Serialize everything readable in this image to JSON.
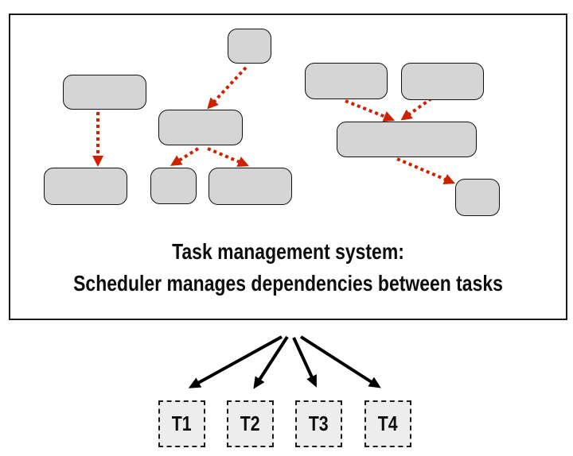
{
  "figure": {
    "panel": {
      "caption_line1": "Task management system:",
      "caption_line2": "Scheduler manages dependencies between tasks"
    },
    "tasks": [
      {
        "label": "T1"
      },
      {
        "label": "T2"
      },
      {
        "label": "T3"
      },
      {
        "label": "T4"
      }
    ],
    "colors": {
      "dependency_arrow": "#cc2200",
      "dispatch_arrow": "#000000",
      "node_fill": "#d5d5d5",
      "node_border": "#111111",
      "task_box_fill": "#ededed",
      "panel_border": "#1a1a1a"
    }
  }
}
